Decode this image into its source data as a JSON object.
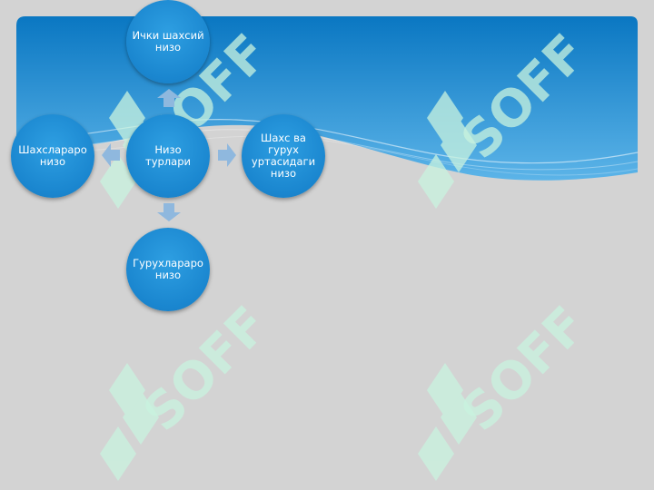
{
  "diagram": {
    "center_label": "Низо турлари",
    "nodes": [
      {
        "id": "top",
        "label": "Ички шахсий\nнизо"
      },
      {
        "id": "left",
        "label": "Шахслараро\nнизо"
      },
      {
        "id": "right",
        "label": "Шахс ва гурух\nуртасидаги\nнизо"
      },
      {
        "id": "bottom",
        "label": "Гурухлараро\nнизо"
      }
    ]
  },
  "watermark": {
    "text": "SOFF",
    "color": "#c9f3df"
  },
  "colors": {
    "banner_top": "#0a77c2",
    "banner_bottom": "#5cb4e8",
    "node_fill": "#1f8fd6",
    "arrow": "#8fb8de",
    "background": "#d3d3d3"
  }
}
